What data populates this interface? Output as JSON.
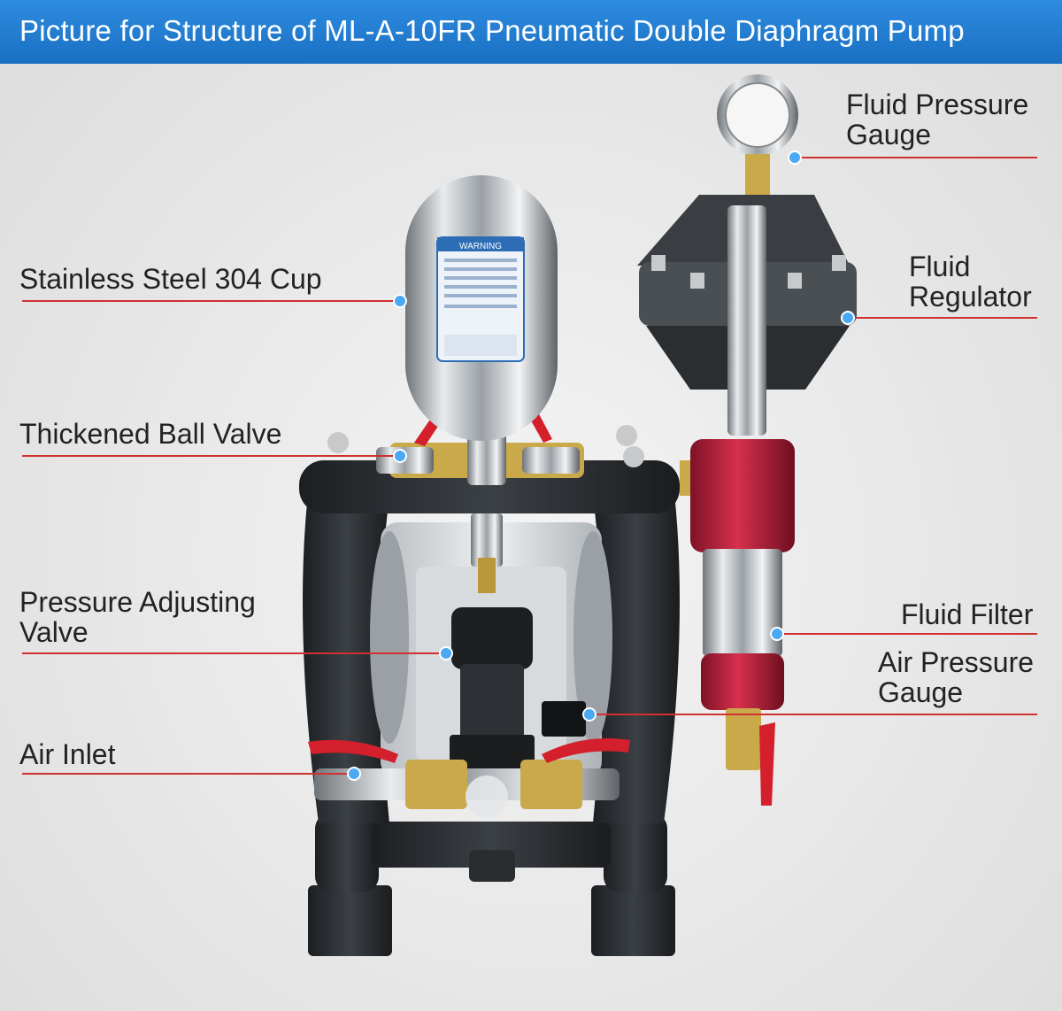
{
  "title": "Picture for Structure of ML-A-10FR Pneumatic Double Diaphragm Pump",
  "colors": {
    "title_bar": "#1f7ed6",
    "leader_line": "#d0302f",
    "marker_dot": "#4aa9f2"
  },
  "cup_warning_label": "WARNING",
  "labels": {
    "stainless_cup": "Stainless Steel 304 Cup",
    "ball_valve": "Thickened Ball Valve",
    "pressure_valve_1": "Pressure Adjusting",
    "pressure_valve_2": "Valve",
    "air_inlet": "Air Inlet",
    "fluid_gauge_1": "Fluid Pressure",
    "fluid_gauge_2": "Gauge",
    "fluid_reg_1": "Fluid",
    "fluid_reg_2": "Regulator",
    "fluid_filter": "Fluid Filter",
    "air_gauge_1": "Air Pressure",
    "air_gauge_2": "Gauge"
  }
}
